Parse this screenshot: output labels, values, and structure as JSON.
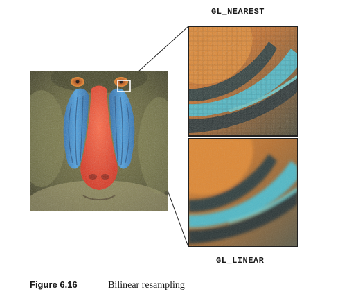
{
  "figure": {
    "top_panel_label": "GL_NEAREST",
    "bottom_panel_label": "GL_LINEAR",
    "caption_number": "Figure 6.16",
    "caption_text": "Bilinear resampling"
  },
  "colors": {
    "fur": "#6b6a3c",
    "fur_dark": "#3b3a22",
    "muzzle_blue": "#3f8fd0",
    "nose_red": "#e8432a",
    "eye_orange": "#e07a1f",
    "zoom_orange": "#d9782a",
    "zoom_teal": "#4bb6c4",
    "zoom_dark": "#2c3a3a",
    "frame": "#222222"
  }
}
